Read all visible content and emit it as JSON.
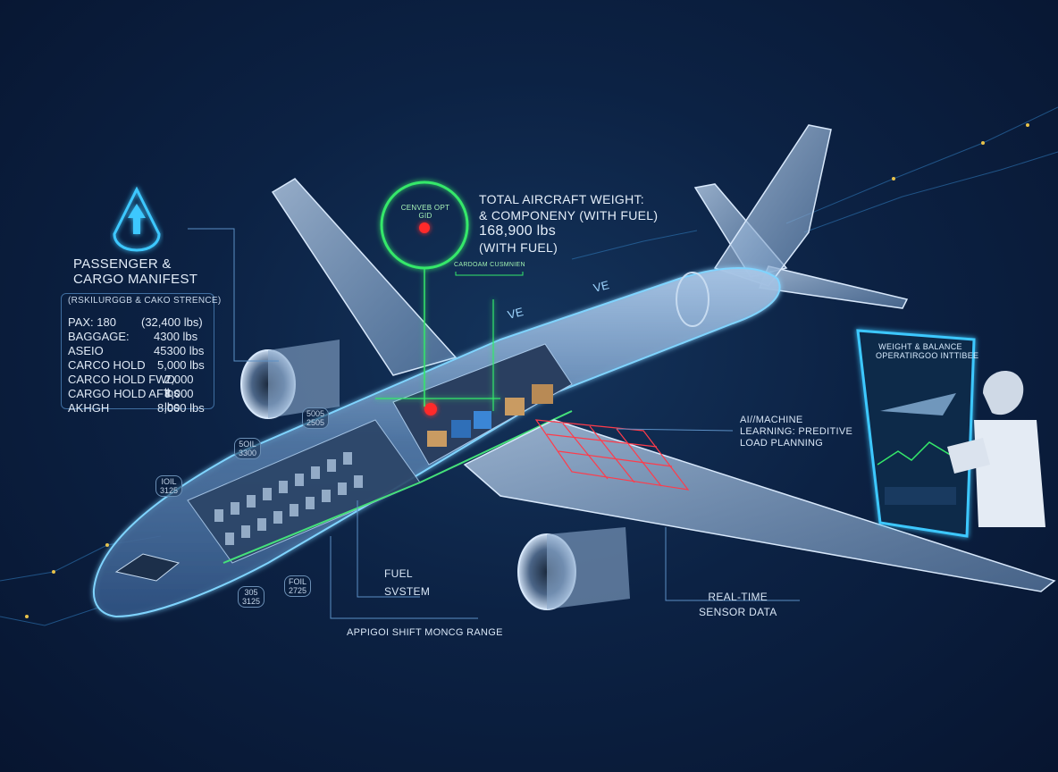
{
  "manifest": {
    "title_line1": "PASSENGER &",
    "title_line2": "CARGO MANIFEST",
    "header": "(RSKILURGGB & CAKO STRENCE)",
    "rows": [
      {
        "label": "PAX: 180",
        "value": "(32,400 lbs)"
      },
      {
        "label": "BAGGAGE:",
        "value": "4300 lbs"
      },
      {
        "label": "ASEIO",
        "value": "45300 lbs"
      },
      {
        "label": "CARCO HOLD",
        "value": "5,000 lbs"
      },
      {
        "label": "CARCO HOLD FWD",
        "value": "2,000 lbs"
      },
      {
        "label": "CARGO HOLD AFT",
        "value": "8,000 lbs"
      },
      {
        "label": "AKHGH",
        "value": "8,000 lbs"
      }
    ]
  },
  "weight": {
    "line1": "TOTAL AIRCRAFT WEIGHT:",
    "line2": "& COMPONENY (WITH FUEL)",
    "line3": "168,900 lbs",
    "line4": "(WITH FUEL)"
  },
  "cg": {
    "label_line1": "CENVEB OPT",
    "label_line2": "GID",
    "range_label": "CARDOAM CUSMNIEN"
  },
  "tags": {
    "t1": "5005\n2505",
    "t2": "5OIL\n3300",
    "t3": "IOIL\n3125",
    "t4": "305\n3125",
    "t5": "FOIL\n2725"
  },
  "fuel": {
    "line1": "FUEL",
    "line2": "SVSTEM"
  },
  "cg_shift": "APPIGOI SHIFT MONCG RANGE",
  "ai": {
    "line1": "AI//MACHINE",
    "line2": "LEARNING: PREDITIVE",
    "line3": "LOAD PLANNING"
  },
  "sensor": {
    "line1": "REAL-TIME",
    "line2": "SENSOR DATA"
  },
  "tablet": {
    "line1": "WEIGHT & BALANCE",
    "line2": "OPERATIRGOO INTTIBEE"
  },
  "stream_ve": "VE",
  "colors": {
    "accent": "#3ec8ff",
    "cg_green": "#35e86a",
    "cg_red": "#ff2a2a",
    "load_red": "#ff3b4a",
    "background": "#0c2244"
  },
  "icons": {
    "manifest": "up-arrow-teardrop-icon"
  }
}
